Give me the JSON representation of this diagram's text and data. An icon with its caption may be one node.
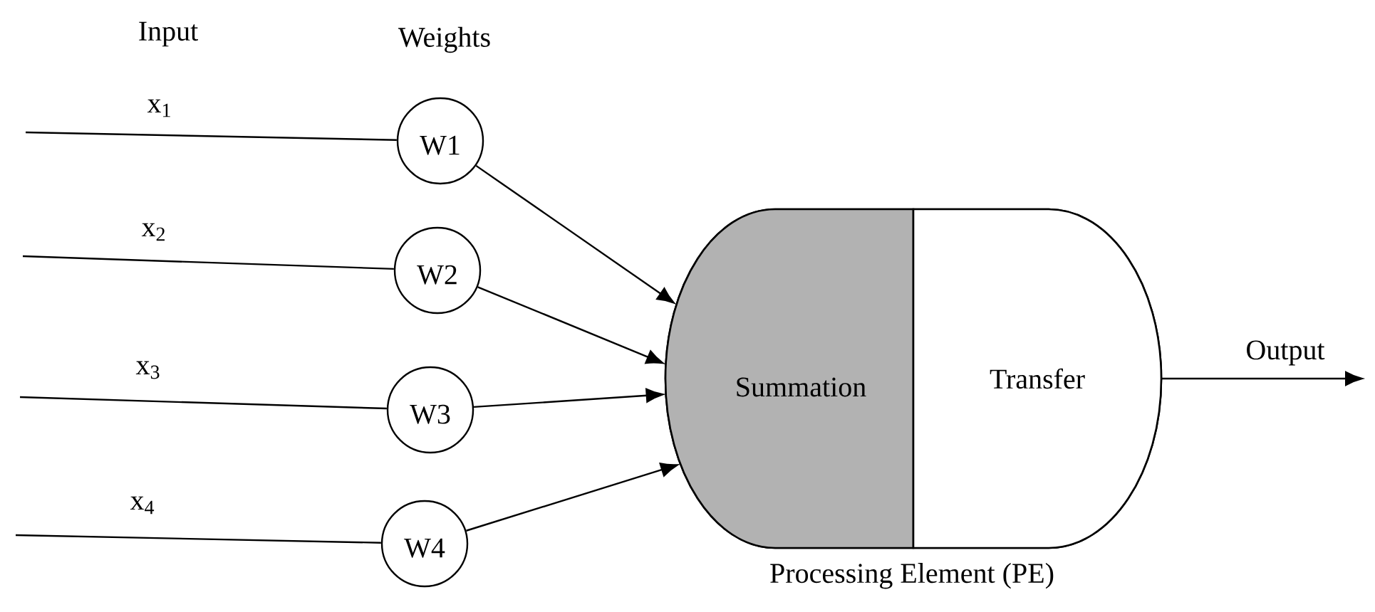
{
  "diagram": {
    "nodes": [
      {
        "text": [
          "W1"
        ]
      },
      {
        "text": [
          "W2"
        ]
      },
      {
        "text": [
          "W3"
        ]
      },
      {
        "text": [
          "W4"
        ]
      },
      {
        "text": [
          "Processing Element (PE)"
        ]
      },
      {
        "text": [
          "Summation"
        ],
        "in": 4
      },
      {
        "text": [
          "Transfer"
        ],
        "in": 4
      }
    ],
    "edges": [
      {
        "from": null,
        "to": 0,
        "arrow": "none",
        "label": "x$_{1}$"
      },
      {
        "from": null,
        "to": 1,
        "arrow": "none",
        "label": "x$_{2}$"
      },
      {
        "from": null,
        "to": 2,
        "arrow": "none",
        "label": "x$_{3}$"
      },
      {
        "from": null,
        "to": 3,
        "arrow": "none",
        "label": "x$_{4}$"
      },
      {
        "from": 0,
        "to": 5,
        "arrow": "to"
      },
      {
        "from": 1,
        "to": 5,
        "arrow": "to"
      },
      {
        "from": 2,
        "to": 5,
        "arrow": "to"
      },
      {
        "from": 3,
        "to": 5,
        "arrow": "to"
      },
      {
        "from": 6,
        "to": null,
        "arrow": "to",
        "label": "Output"
      }
    ],
    "labels": [
      "Input",
      "Weights"
    ]
  }
}
